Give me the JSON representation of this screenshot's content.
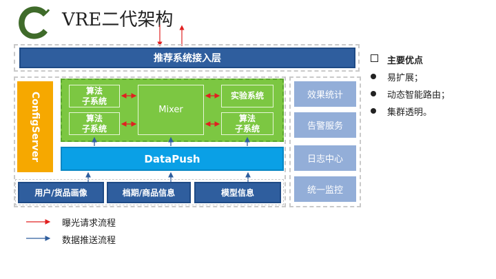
{
  "title": "VRE二代架构",
  "top_layer": "推荐系统接入层",
  "config_server": "ConfigServer",
  "mixer": "Mixer",
  "left_modules": [
    "算法\n子系统",
    "算法\n子系统"
  ],
  "right_modules": [
    "实验系统",
    "算法\n子系统"
  ],
  "datapush": "DataPush",
  "bottom_layer": [
    "用户/货品画像",
    "档期/商品信息",
    "模型信息"
  ],
  "side_services": [
    "效果统计",
    "告警服务",
    "日志中心",
    "统一监控"
  ],
  "advantages": {
    "heading": "主要优点",
    "items": [
      "易扩展；",
      "动态智能路由；",
      "集群透明。"
    ]
  },
  "legend": {
    "red": "曝光请求流程",
    "blue": "数据推送流程"
  },
  "colors": {
    "red_arrow": "#e02020",
    "blue_arrow": "#2f5e9e",
    "green": "#7cc742",
    "orange": "#f6a800",
    "navy": "#2f5e9e",
    "cyan": "#0aa0e6",
    "light_blue": "#93aed8"
  }
}
